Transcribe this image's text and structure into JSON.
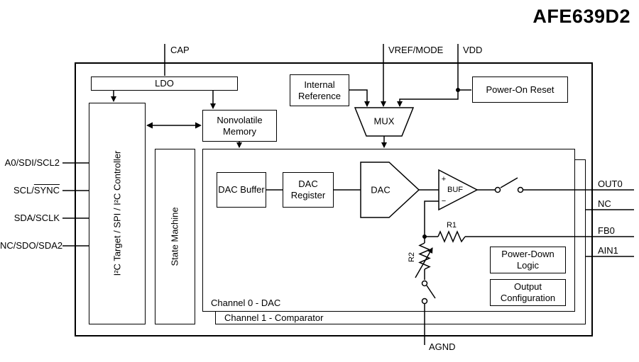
{
  "title": "AFE639D2",
  "pins": {
    "top": {
      "cap": "CAP",
      "vref_mode": "VREF/MODE",
      "vdd": "VDD"
    },
    "left": {
      "pin1": "A0/SDI/SCL2",
      "pin2_prefix": "SCL/",
      "pin2_overline": "SYNC",
      "pin3": "SDA/SCLK",
      "pin4": "NC/SDO/SDA2"
    },
    "right": {
      "out0": "OUT0",
      "nc": "NC",
      "fb0": "FB0",
      "ain1": "AIN1"
    },
    "bottom": {
      "agnd": "AGND"
    }
  },
  "blocks": {
    "ldo": "LDO",
    "internal_reference": "Internal Reference",
    "power_on_reset": "Power-On Reset",
    "nonvolatile_memory": "Nonvolatile Memory",
    "mux": "MUX",
    "serial_interface": "I²C Target / SPI / I²C Controller",
    "state_machine": "State Machine",
    "dac_buffer": "DAC Buffer",
    "dac_register": "DAC Register",
    "dac": "DAC",
    "buffer": "BUF",
    "buffer_plus": "+",
    "buffer_minus": "−",
    "power_down_logic": "Power-Down Logic",
    "output_configuration": "Output Configuration",
    "channel0": "Channel 0 - DAC",
    "channel1": "Channel 1 - Comparator"
  },
  "components": {
    "r1": "R1",
    "r2": "R2"
  }
}
